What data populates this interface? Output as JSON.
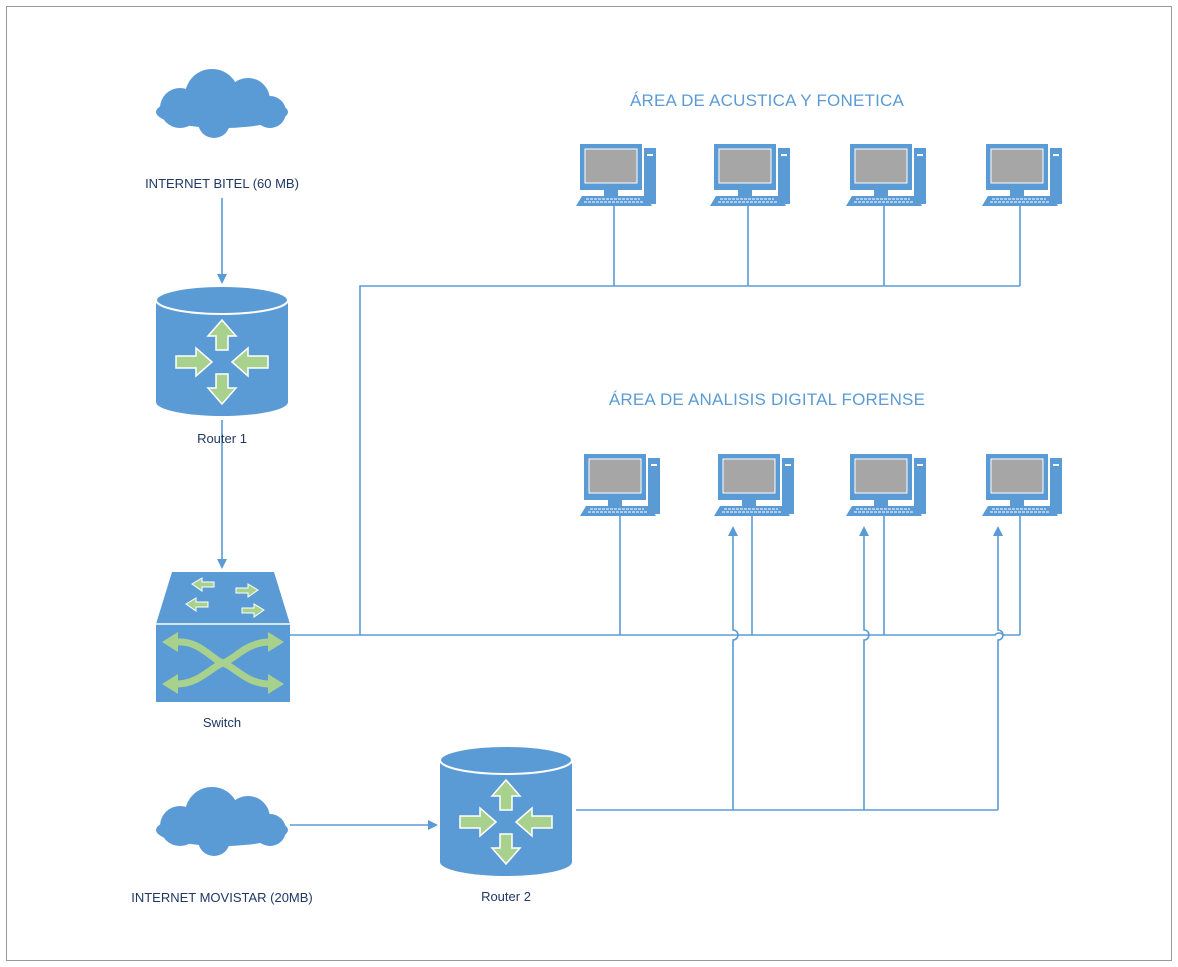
{
  "nodes": {
    "internet_bitel": "INTERNET BITEL (60 MB)",
    "router1": "Router 1",
    "switch": "Switch",
    "internet_movistar": "INTERNET MOVISTAR (20MB)",
    "router2": "Router 2"
  },
  "areas": {
    "acustica": "ÁREA DE ACUSTICA Y FONETICA",
    "forense": "ÁREA DE ANALISIS DIGITAL FORENSE"
  },
  "colors": {
    "device_blue": "#5b9bd5",
    "arrow_green": "#a9d18e",
    "label_text": "#1f3864",
    "line": "#5b9bd5",
    "screen_gray": "#a6a6a6"
  }
}
